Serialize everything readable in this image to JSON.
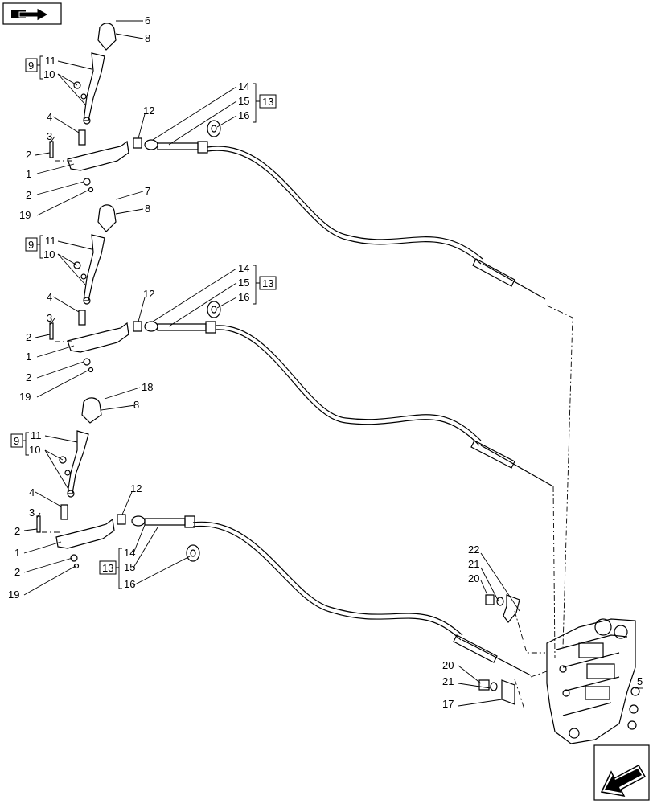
{
  "labels": {
    "l1": "1",
    "l2": "2",
    "l3": "3",
    "l4": "4",
    "l5": "5",
    "l6": "6",
    "l7": "7",
    "l8": "8",
    "l9": "9",
    "l10": "10",
    "l11": "11",
    "l12": "12",
    "l13": "13",
    "l14": "14",
    "l15": "15",
    "l16": "16",
    "l17": "17",
    "l18": "18",
    "l19": "19",
    "l20": "20",
    "l21": "21",
    "l22": "22"
  },
  "icons": {
    "top_left": "folder-arrow-icon",
    "bottom_right": "next-page-arrow-icon"
  }
}
